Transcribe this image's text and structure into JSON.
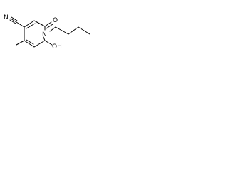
{
  "molecule": {
    "atoms": {
      "nitrile_n": "N",
      "ring_n": "N",
      "carbonyl_o": "O",
      "hydroxyl": "OH"
    }
  },
  "colors": {
    "bond": "#000000",
    "label": "#000000",
    "background": "#ffffff"
  }
}
